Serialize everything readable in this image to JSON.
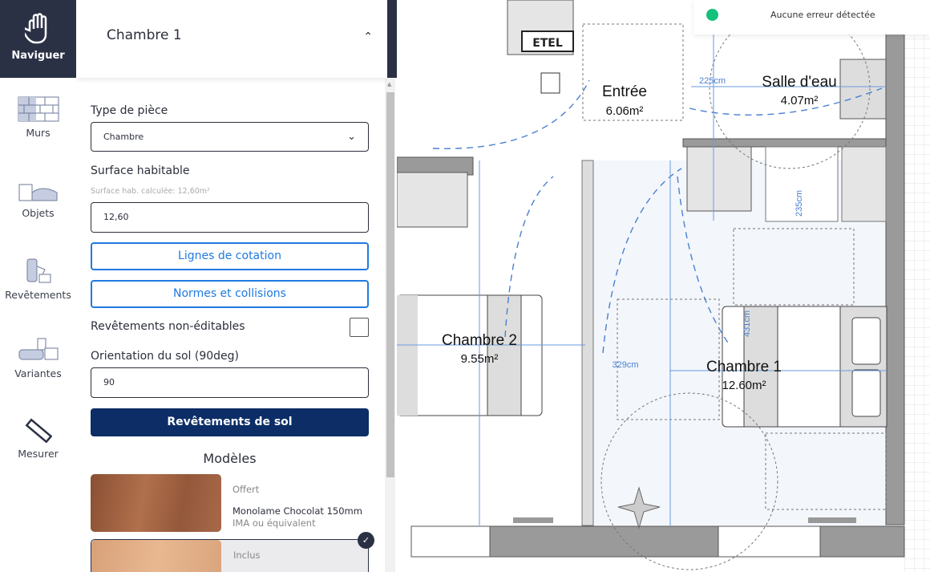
{
  "nav": {
    "items": [
      {
        "label": "Naviguer",
        "icon": "hand-icon"
      },
      {
        "label": "Murs",
        "icon": "wall-icon"
      },
      {
        "label": "Objets",
        "icon": "furniture-icon"
      },
      {
        "label": "Revêtements",
        "icon": "swatch-icon"
      },
      {
        "label": "Variantes",
        "icon": "variants-icon"
      },
      {
        "label": "Mesurer",
        "icon": "ruler-icon"
      }
    ]
  },
  "panel": {
    "title": "Chambre 1",
    "room_type_label": "Type de pièce",
    "room_type_value": "Chambre",
    "surface_label": "Surface habitable",
    "surface_hint": "Surface hab. calculée: 12,60m²",
    "surface_value": "12,60",
    "dimension_lines_button": "Lignes de cotation",
    "norms_button": "Normes et collisions",
    "non_editable_label": "Revêtements non-éditables",
    "non_editable_checked": false,
    "orientation_label": "Orientation du sol (90deg)",
    "orientation_value": "90",
    "floor_button": "Revêtements de sol",
    "models_title": "Modèles",
    "models": [
      {
        "tag": "Offert",
        "name": "Monolame Chocolat 150mm",
        "sub": "IMA ou équivalent",
        "selected": false
      },
      {
        "tag": "Inclus",
        "selected": true
      }
    ]
  },
  "status": {
    "text": "Aucune erreur détectée",
    "color": "#14c07b"
  },
  "plan": {
    "rooms": [
      {
        "name": "Entrée",
        "area": "6.06m²"
      },
      {
        "name": "Salle d'eau",
        "area": "4.07m²"
      },
      {
        "name": "Chambre 2",
        "area": "9.55m²"
      },
      {
        "name": "Chambre 1",
        "area": "12.60m²"
      }
    ],
    "dimensions": [
      "225cm",
      "235cm",
      "431cm",
      "329cm"
    ],
    "labels": {
      "etel": "ETEL"
    }
  }
}
